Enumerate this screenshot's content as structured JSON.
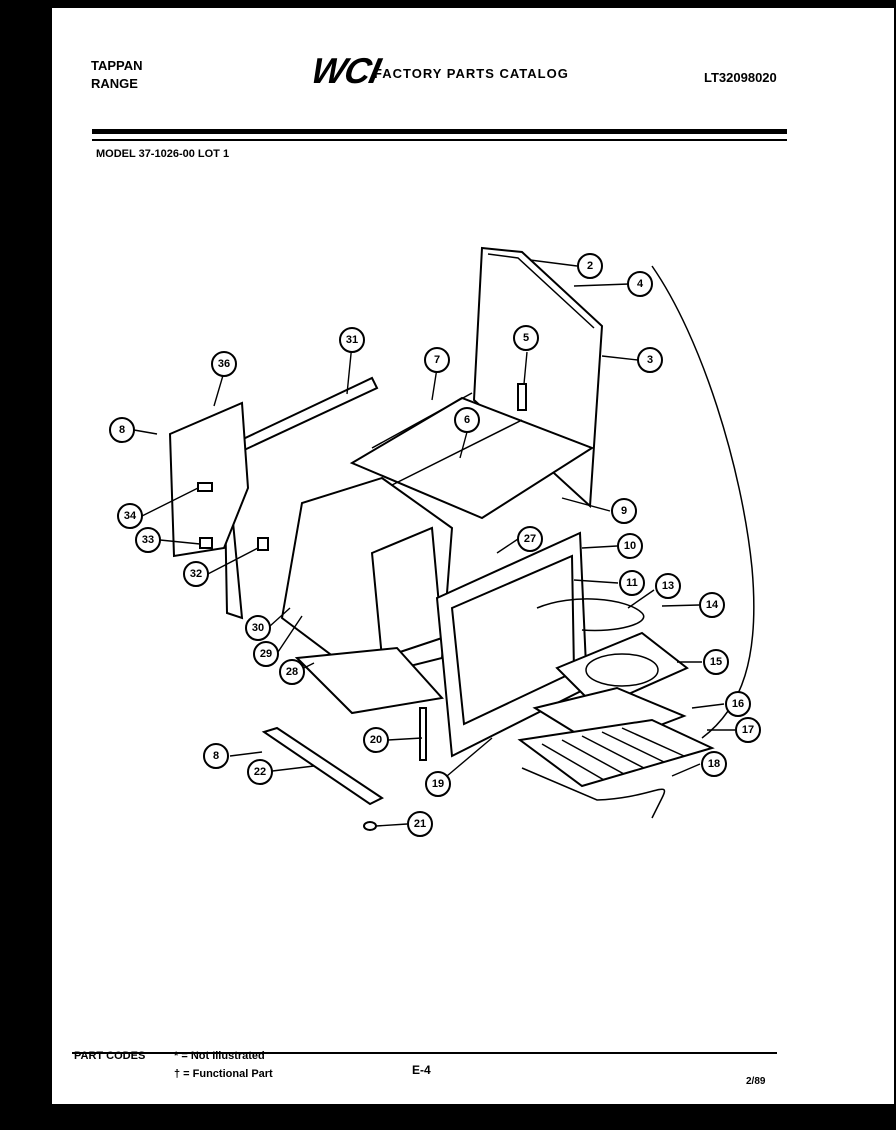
{
  "header": {
    "brand_line1": "TAPPAN",
    "brand_line2": "RANGE",
    "logo": "WCI",
    "catalog_title": "FACTORY PARTS CATALOG",
    "doc_number": "LT32098020"
  },
  "model_label": "MODEL 37-1026-00 LOT 1",
  "callouts": [
    "2",
    "4",
    "3",
    "5",
    "7",
    "31",
    "36",
    "6",
    "8",
    "34",
    "33",
    "32",
    "30",
    "29",
    "28",
    "9",
    "27",
    "10",
    "11",
    "13",
    "14",
    "15",
    "16",
    "17",
    "18",
    "19",
    "20",
    "8",
    "22",
    "21"
  ],
  "footer": {
    "part_codes_label": "PART CODES",
    "code_not_illustrated": "* = Not Illustrated",
    "code_functional": "† = Functional Part",
    "page": "E-4",
    "date": "2/89"
  }
}
